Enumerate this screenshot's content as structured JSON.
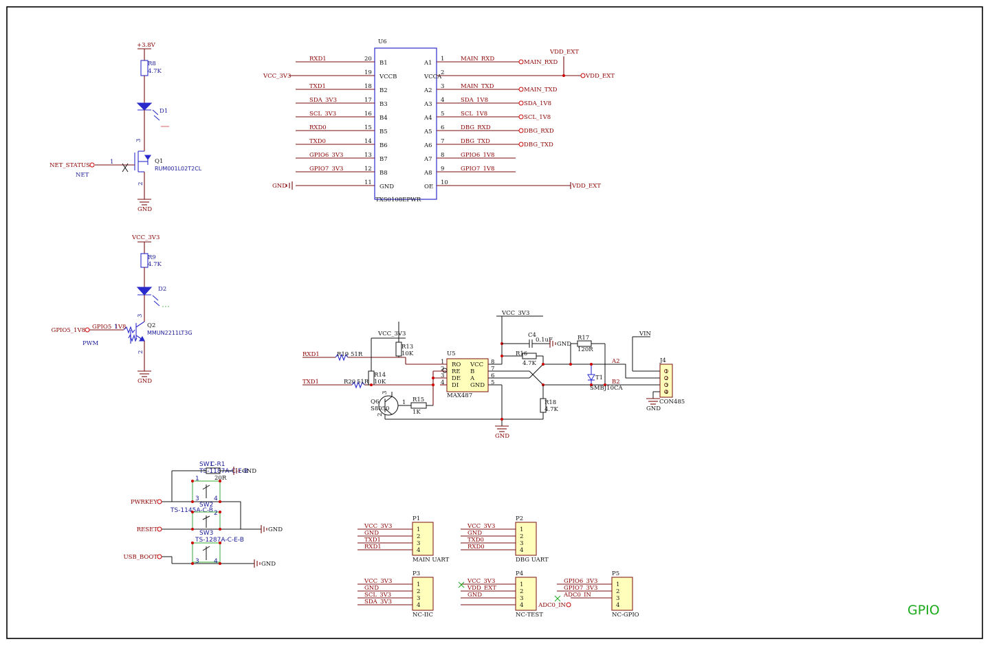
{
  "sheet_title": "GPIO",
  "led1": {
    "supply": "+3.8V",
    "res": "R8",
    "res_val": "4.7K",
    "led": "D1",
    "fet": "Q1",
    "fet_part": "RUM001L02T2CL",
    "input": "NET_STATUS",
    "label": "NET",
    "pin1": "1",
    "pin2": "2",
    "pin3": "3",
    "gnd": "GND"
  },
  "led2": {
    "supply": "VCC_3V3",
    "res": "R9",
    "res_val": "4.7K",
    "led": "D2",
    "bjt": "Q2",
    "bjt_part": "MMUN2211LT3G",
    "input_port": "GPIO5_1V8",
    "input_net": "GPIO5_1V8",
    "label": "PWM",
    "pin1": "1",
    "pin2": "2",
    "pin3": "3",
    "gnd": "GND"
  },
  "u6": {
    "ref": "U6",
    "part": "TXS0108EPWR",
    "left_pins": [
      {
        "num": "20",
        "name": "B1",
        "net": "RXD1"
      },
      {
        "num": "19",
        "name": "VCCB",
        "net": "VCC_3V3"
      },
      {
        "num": "18",
        "name": "B2",
        "net": "TXD1"
      },
      {
        "num": "17",
        "name": "B3",
        "net": "SDA_3V3"
      },
      {
        "num": "16",
        "name": "B4",
        "net": "SCL_3V3"
      },
      {
        "num": "15",
        "name": "B5",
        "net": "RXD0"
      },
      {
        "num": "14",
        "name": "B6",
        "net": "TXD0"
      },
      {
        "num": "13",
        "name": "B7",
        "net": "GPIO6_3V3"
      },
      {
        "num": "12",
        "name": "B8",
        "net": "GPIO7_3V3"
      },
      {
        "num": "11",
        "name": "GND",
        "net": "GND"
      }
    ],
    "right_pins": [
      {
        "num": "1",
        "name": "A1",
        "net": "MAIN_RXD",
        "port": "MAIN_RXD"
      },
      {
        "num": "2",
        "name": "VCCA",
        "net": "",
        "port": "VDD_EXT"
      },
      {
        "num": "3",
        "name": "A2",
        "net": "MAIN_TXD",
        "port": "MAIN_TXD"
      },
      {
        "num": "4",
        "name": "A3",
        "net": "SDA_1V8",
        "port": "SDA_1V8"
      },
      {
        "num": "5",
        "name": "A4",
        "net": "SCL_1V8",
        "port": "SCL_1V8"
      },
      {
        "num": "6",
        "name": "A5",
        "net": "DBG_RXD",
        "port": "DBG_RXD"
      },
      {
        "num": "7",
        "name": "A6",
        "net": "DBG_TXD",
        "port": "DBG_TXD"
      },
      {
        "num": "8",
        "name": "A7",
        "net": "GPIO6_1V8",
        "port": ""
      },
      {
        "num": "9",
        "name": "A8",
        "net": "GPIO7_1V8",
        "port": ""
      },
      {
        "num": "10",
        "name": "OE",
        "net": "",
        "port": "VDD_EXT"
      }
    ],
    "vdd_top": "VDD_EXT"
  },
  "rs485": {
    "ref": "U5",
    "part": "MAX487",
    "pins_left": [
      {
        "num": "1",
        "name": "RO"
      },
      {
        "num": "2",
        "name": "RE"
      },
      {
        "num": "3",
        "name": "DE"
      },
      {
        "num": "4",
        "name": "DI"
      }
    ],
    "pins_right": [
      {
        "num": "8",
        "name": "VCC"
      },
      {
        "num": "7",
        "name": "B"
      },
      {
        "num": "6",
        "name": "A"
      },
      {
        "num": "5",
        "name": "GND"
      }
    ],
    "rxd": "RXD1",
    "txd": "TXD1",
    "r19": "R19",
    "r19_val": "51R",
    "r20": "R20",
    "r20_val": "51R",
    "r13": "R13",
    "r13_val": "10K",
    "r14": "R14",
    "r14_val": "10K",
    "r15": "R15",
    "r15_val": "1K",
    "q6": "Q6",
    "q6_part": "S8050",
    "q6_pin1": "1",
    "q6_pin2": "2",
    "q6_pin3": "3",
    "vcc_a": "VCC_3V3",
    "vcc_b": "VCC_3V3",
    "c4": "C4",
    "c4_val": "0.1uF",
    "c4_gnd": "GND",
    "r16": "R16",
    "r16_val": "4.7K",
    "r17": "R17",
    "r17_val": "120R",
    "r18": "R18",
    "r18_val": "4.7K",
    "t1": "T1",
    "t1_part": "SMBJ10CA",
    "net_a2": "A2",
    "net_b2": "B2",
    "vin": "VIN",
    "j4": "J4",
    "j4_part": "CON485",
    "j4_pins": [
      "1",
      "2",
      "3",
      "4"
    ],
    "gnd": "GND",
    "gnd2": "GND"
  },
  "switches": {
    "sw1": "SW1",
    "sw1_part": "TS-1187A-C-E-B",
    "rc": "C-R1",
    "r_val": "20R",
    "sw2": "SW2",
    "sw2_part": "TS-1145A-C-B",
    "sw3": "SW3",
    "sw3_part": "TS-1287A-C-E-B",
    "pwrkey": "PWRKEY",
    "reset": "RESET",
    "usb_boot": "USB_BOOT",
    "gnd": "GND",
    "pins": [
      "1",
      "2",
      "3",
      "4"
    ]
  },
  "headers": [
    {
      "ref": "P1",
      "name": "MAIN UART",
      "nets": [
        "VCC_3V3",
        "GND",
        "TXD1",
        "RXD1"
      ]
    },
    {
      "ref": "P2",
      "name": "DBG UART",
      "nets": [
        "VCC_3V3",
        "GND",
        "TXD0",
        "RXD0"
      ]
    },
    {
      "ref": "P3",
      "name": "NC-IIC",
      "nets": [
        "VCC_3V3",
        "GND",
        "SCL_3V3",
        "SDA_3V3"
      ]
    },
    {
      "ref": "P4",
      "name": "NC-TEST",
      "nets": [
        "VCC_3V3",
        "VDD_EXT",
        "GND",
        ""
      ]
    },
    {
      "ref": "P5",
      "name": "NC-GPIO",
      "nets": [
        "GPIO6_3V3",
        "GPIO7_3V3",
        "ADC0_IN",
        ""
      ]
    }
  ],
  "header_pins": [
    "1",
    "2",
    "3",
    "4"
  ],
  "adc_port": "ADC0_IN"
}
